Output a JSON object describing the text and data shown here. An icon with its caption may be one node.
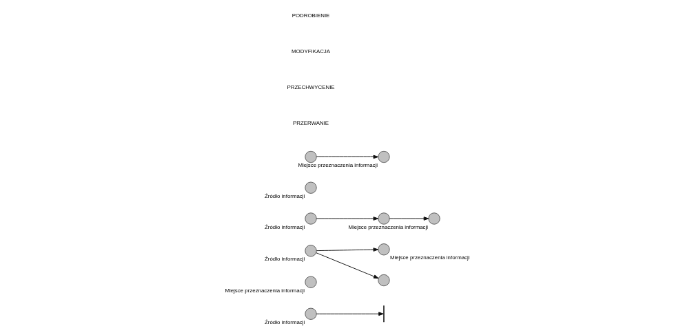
{
  "diagram": {
    "nodes": [
      {
        "text": [
          "Źródło informacji"
        ]
      },
      {
        "text": [
          "Miejsce przeznaczenia informacji"
        ]
      },
      {
        "text": [
          "Źródło informacji"
        ]
      },
      {
        "text": [
          "Miejsce przeznaczenia informacji"
        ]
      },
      {
        "text": [],
        "shape": "circle"
      },
      {
        "text": [
          "Źródło informacji"
        ]
      },
      {
        "text": [
          "Miejsce przeznaczenia informacji"
        ]
      },
      {
        "text": [],
        "shape": "circle"
      },
      {
        "text": [
          "Źródło informacji"
        ]
      },
      {
        "text": [
          "Miejsce przeznaczenia informacji"
        ]
      },
      {
        "text": [],
        "shape": "circle"
      }
    ],
    "edges": [
      {
        "from": 0,
        "to": null,
        "arrow": "to"
      },
      {
        "from": 2,
        "to": 3,
        "arrow": "to"
      },
      {
        "from": 2,
        "to": 4,
        "arrow": "to"
      },
      {
        "from": 5,
        "to": 7,
        "arrow": "to"
      },
      {
        "from": 7,
        "to": 6,
        "arrow": "to"
      },
      {
        "from": 10,
        "to": 9,
        "arrow": "to"
      }
    ],
    "labels": [
      "PRZERWANIE",
      "PRZECHWYCENIE",
      "MODYFIKACJA",
      "PODROBIENIE"
    ]
  }
}
